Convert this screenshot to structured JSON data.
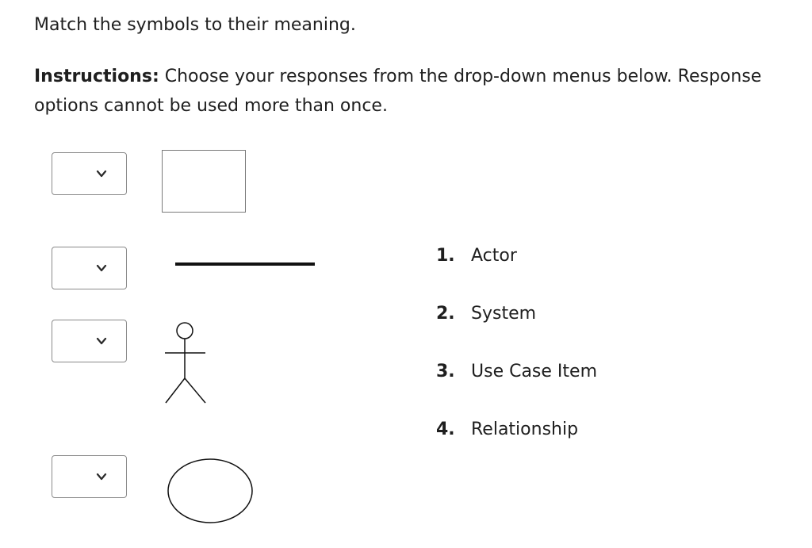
{
  "question": {
    "prompt": "Match the symbols to their meaning.",
    "instructions_lead": "Instructions:",
    "instructions_body": " Choose your responses from the drop-down menus below. Response options cannot be used more than once."
  },
  "dropdowns": [
    {
      "selected": "",
      "icon": "chevron-down-icon"
    },
    {
      "selected": "",
      "icon": "chevron-down-icon"
    },
    {
      "selected": "",
      "icon": "chevron-down-icon"
    },
    {
      "selected": "",
      "icon": "chevron-down-icon"
    }
  ],
  "symbols": [
    "rectangle-symbol",
    "line-symbol",
    "stick-figure-symbol",
    "ellipse-symbol"
  ],
  "options": [
    {
      "number": "1.",
      "label": "Actor"
    },
    {
      "number": "2.",
      "label": "System"
    },
    {
      "number": "3.",
      "label": "Use Case Item"
    },
    {
      "number": "4.",
      "label": "Relationship"
    }
  ]
}
